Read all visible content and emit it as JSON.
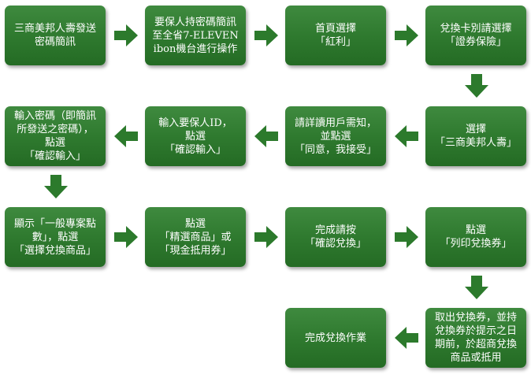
{
  "steps": [
    {
      "id": "s1",
      "lines": [
        "三商美邦人壽發送",
        "密碼簡訊"
      ]
    },
    {
      "id": "s2",
      "lines": [
        "要保人持密碼簡訊",
        "至全省7-ELEVEN",
        "ibon機台進行操作"
      ]
    },
    {
      "id": "s3",
      "lines": [
        "首頁選擇",
        "「紅利」"
      ]
    },
    {
      "id": "s4",
      "lines": [
        "兌換卡別請選擇",
        "「證券保險」"
      ]
    },
    {
      "id": "s5",
      "lines": [
        "選擇",
        "「三商美邦人壽」"
      ]
    },
    {
      "id": "s6",
      "lines": [
        "請詳讀用戶需知，",
        "並點選",
        "「同意，我接受」"
      ]
    },
    {
      "id": "s7",
      "lines": [
        "輸入要保人ID，",
        "點選",
        "「確認輸入」"
      ]
    },
    {
      "id": "s8",
      "lines": [
        "輸入密碼（即簡訊",
        "所發送之密碼），",
        "點選",
        "「確認輸入」"
      ]
    },
    {
      "id": "s9",
      "lines": [
        "顯示「一般專案點",
        "數」，點選",
        "「選擇兌換商品」"
      ]
    },
    {
      "id": "s10",
      "lines": [
        "點選",
        "「精選商品」或",
        "「現金抵用券」"
      ]
    },
    {
      "id": "s11",
      "lines": [
        "完成請按",
        "「確認兌換」"
      ]
    },
    {
      "id": "s12",
      "lines": [
        "點選",
        "「列印兌換券」"
      ]
    },
    {
      "id": "s13",
      "lines": [
        "取出兌換券，並持",
        "兌換券於提示之日",
        "期前，於超商兌換",
        "商品或抵用"
      ]
    },
    {
      "id": "s14",
      "lines": [
        "完成兌換作業"
      ]
    }
  ],
  "colors": {
    "box": "#2f7a2f",
    "arrow": "#2c7a2c",
    "text": "#ffffff"
  }
}
